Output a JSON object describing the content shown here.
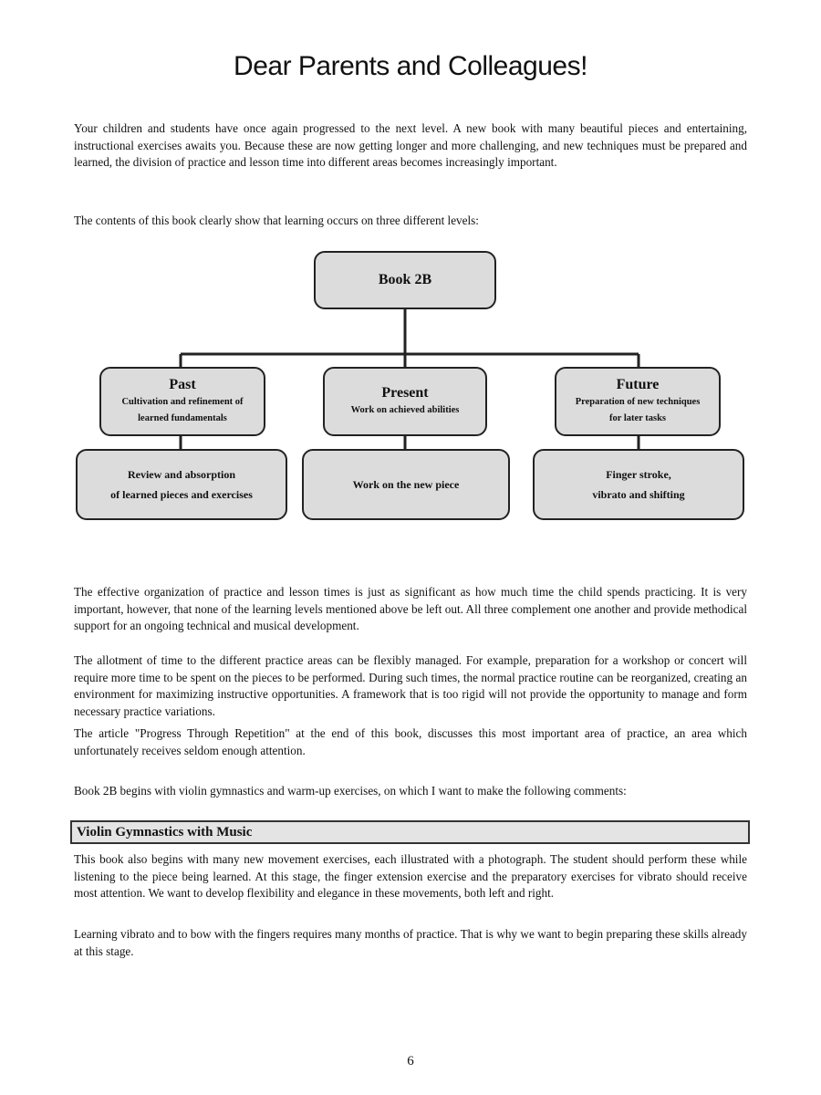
{
  "title": "Dear Parents and Colleagues!",
  "paragraphs": {
    "intro": "Your children and students have once again progressed to the next level. A new book with many beautiful pieces and entertaining, instructional exercises awaits you. Because these are now getting longer and more challenging, and new techniques must be prepared and learned, the division of practice and lesson time into different areas becomes increasingly important.",
    "levels": "The contents of this book clearly show that learning occurs on three different levels:",
    "organization": "The effective organization of practice and lesson times is just as significant as how much time the child spends practicing. It is very important, however, that none of the learning levels mentioned above be left out. All three complement one another and provide methodical support for an ongoing technical and musical development.",
    "allotment": "The allotment of time to the different practice areas can be flexibly managed. For example, preparation for a workshop or concert will require more time to be spent on the pieces to be performed. During such times, the normal practice routine can be reorganized, creating an environment for maximizing instructive opportunities. A framework that is too rigid will not provide the opportunity to manage and form necessary practice variations.",
    "article": "The article \"Progress Through Repetition\" at the end of this book, discusses this most important area of practice, an area which unfortunately receives seldom enough attention.",
    "begins": "Book 2B begins with violin gymnastics and warm-up exercises, on which I want to make the following comments:",
    "gymnastics": "This book also begins with many new movement exercises, each illustrated with a photograph. The student should perform these while listening to the piece being learned. At this stage, the finger extension exercise and the preparatory exercises for vibrato should receive most attention. We want to develop flexibility and elegance in these movements, both left and right.",
    "vibrato": "Learning vibrato and to bow with the fingers requires many months of practice. That is why we want to begin preparing these skills already at this stage."
  },
  "diagram": {
    "root": "Book 2B",
    "past": {
      "heading": "Past",
      "line1": "Cultivation and refinement of",
      "line2": "learned fundamentals"
    },
    "present": {
      "heading": "Present",
      "line1": "Work on achieved abilities"
    },
    "future": {
      "heading": "Future",
      "line1": "Preparation of new techniques",
      "line2": "for later tasks"
    },
    "past_task": {
      "line1": "Review and absorption",
      "line2": "of learned pieces and exercises"
    },
    "present_task": {
      "line1": "Work on the new piece"
    },
    "future_task": {
      "line1": "Finger stroke,",
      "line2": "vibrato and shifting"
    }
  },
  "section_heading": "Violin Gymnastics with Music",
  "page_number": "6"
}
